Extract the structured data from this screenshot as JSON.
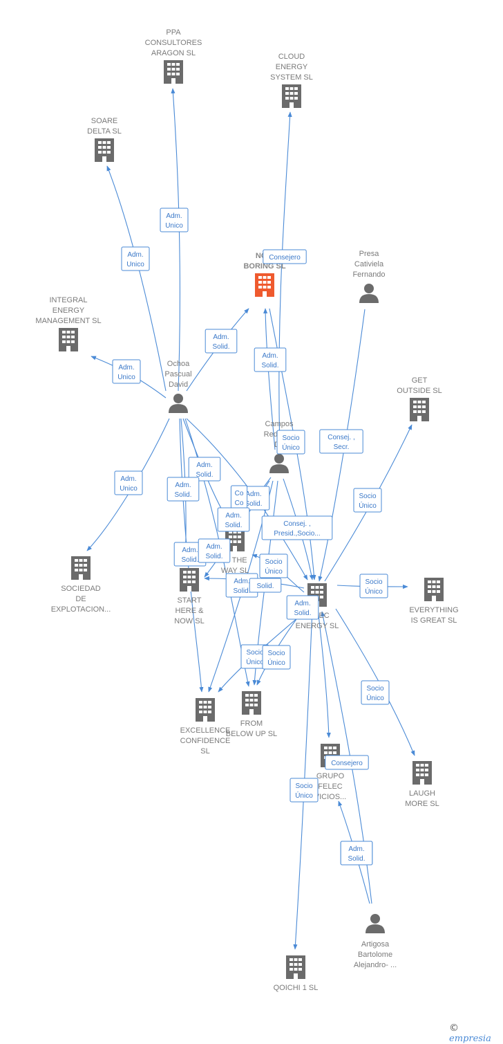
{
  "nodes": [
    {
      "id": "ppa",
      "type": "company",
      "lines": [
        "PPA",
        "CONSULTORES",
        "ARAGON  SL"
      ]
    },
    {
      "id": "cloud",
      "type": "company",
      "lines": [
        "CLOUD",
        "ENERGY",
        "SYSTEM  SL"
      ]
    },
    {
      "id": "soare",
      "type": "company",
      "lines": [
        "SOARE",
        "DELTA SL"
      ]
    },
    {
      "id": "notboring",
      "type": "company-main",
      "lines": [
        "NO T",
        "BORING  SL"
      ]
    },
    {
      "id": "presa",
      "type": "person",
      "lines": [
        "Presa",
        "Cativiela",
        "Fernando"
      ]
    },
    {
      "id": "integral",
      "type": "company",
      "lines": [
        "INTEGRAL",
        "ENERGY",
        "MANAGEMENT SL"
      ]
    },
    {
      "id": "ochoa",
      "type": "person",
      "lines": [
        "Ochoa",
        "Pascual",
        "David"
      ]
    },
    {
      "id": "getoutside",
      "type": "company",
      "lines": [
        "GET",
        "OUTSIDE  SL"
      ]
    },
    {
      "id": "campos",
      "type": "person",
      "lines": [
        "Campos",
        "Redondo",
        "Da"
      ]
    },
    {
      "id": "sociedad",
      "type": "company",
      "lines": [
        "SOCIEDAD",
        "DE",
        "EXPLOTACION..."
      ]
    },
    {
      "id": "waysl",
      "type": "company",
      "lines": [
        "W THE",
        "WAY  SL"
      ]
    },
    {
      "id": "starthere",
      "type": "company",
      "lines": [
        "START",
        "HERE &",
        "NOW  SL"
      ]
    },
    {
      "id": "felec",
      "type": "company",
      "lines": [
        "FELEC",
        "ENERGY  SL"
      ]
    },
    {
      "id": "everything",
      "type": "company",
      "lines": [
        "EVERYTHING",
        "IS GREAT  SL"
      ]
    },
    {
      "id": "excellence",
      "type": "company",
      "lines": [
        "EXCELLENCE",
        "CONFIDENCE",
        "SL"
      ]
    },
    {
      "id": "frombelow",
      "type": "company",
      "lines": [
        "FROM",
        "BELOW UP  SL"
      ]
    },
    {
      "id": "grupo",
      "type": "company",
      "lines": [
        "GRUPO",
        "FELEC",
        "VICIOS..."
      ]
    },
    {
      "id": "laugh",
      "type": "company",
      "lines": [
        "LAUGH",
        "MORE  SL"
      ]
    },
    {
      "id": "artigosa",
      "type": "person",
      "lines": [
        "Artigosa",
        "Bartolome",
        "Alejandro- ..."
      ]
    },
    {
      "id": "qoichi",
      "type": "company",
      "lines": [
        "QOICHI 1  SL"
      ]
    }
  ],
  "edges": [
    {
      "from": "ochoa",
      "to": "ppa",
      "label": [
        "Adm.",
        "Unico"
      ]
    },
    {
      "from": "ochoa",
      "to": "soare",
      "label": [
        "Adm.",
        "Unico"
      ]
    },
    {
      "from": "ochoa",
      "to": "integral",
      "label": [
        "Adm.",
        "Unico"
      ]
    },
    {
      "from": "ochoa",
      "to": "notboring",
      "label": [
        "Adm.",
        "Solid."
      ]
    },
    {
      "from": "ochoa",
      "to": "sociedad",
      "label": [
        "Adm.",
        "Unico"
      ]
    },
    {
      "from": "campos",
      "to": "cloud",
      "label": [
        "Consejero"
      ]
    },
    {
      "from": "campos",
      "to": "notboring",
      "label": [
        "Adm.",
        "Solid."
      ]
    },
    {
      "from": "presa",
      "to": "felec",
      "label": [
        "Consej. ,",
        "Secr."
      ]
    },
    {
      "from": "felec",
      "to": "getoutside",
      "label": [
        "Socio",
        "Único"
      ]
    },
    {
      "from": "felec",
      "to": "everything",
      "label": [
        "Socio",
        "Único"
      ]
    },
    {
      "from": "felec",
      "to": "laugh",
      "label": [
        "Socio",
        "Único"
      ]
    },
    {
      "from": "notboring",
      "to": "felec",
      "label": [
        "Socio",
        "Único"
      ]
    },
    {
      "from": "ochoa",
      "to": "starthere",
      "label": [
        "Adm.",
        "Solid."
      ]
    },
    {
      "from": "ochoa",
      "to": "waysl",
      "label": [
        "Adm.",
        "Solid."
      ]
    },
    {
      "from": "ochoa",
      "to": "excellence",
      "label": [
        "Adm.",
        "Solid."
      ]
    },
    {
      "from": "ochoa",
      "to": "frombelow",
      "label": [
        "Adm.",
        "Solid."
      ]
    },
    {
      "from": "ochoa",
      "to": "felec",
      "label": [
        "Co",
        "Co"
      ]
    },
    {
      "from": "campos",
      "to": "waysl",
      "label": [
        "Adm.",
        "Solid."
      ]
    },
    {
      "from": "campos",
      "to": "starthere",
      "label": [
        "Adm.",
        "Solid."
      ]
    },
    {
      "from": "campos",
      "to": "felec",
      "label": [
        "Consej. ,",
        "Presid.,Socio..."
      ]
    },
    {
      "from": "campos",
      "to": "excellence",
      "label": [
        "Adm.",
        "Solid."
      ]
    },
    {
      "from": "campos",
      "to": "frombelow",
      "label": [
        "Socio",
        "Único"
      ]
    },
    {
      "from": "felec",
      "to": "starthere",
      "label": [
        "Socio",
        "Único"
      ]
    },
    {
      "from": "felec",
      "to": "waysl",
      "label": [
        "Solid."
      ]
    },
    {
      "from": "felec",
      "to": "frombelow",
      "label": [
        "Socio",
        "Único"
      ]
    },
    {
      "from": "felec",
      "to": "excellence",
      "label": [
        "Adm.",
        "Solid."
      ]
    },
    {
      "from": "felec",
      "to": "grupo",
      "label": [
        "Consejero"
      ]
    },
    {
      "from": "felec",
      "to": "qoichi",
      "label": [
        "Socio",
        "Único"
      ]
    },
    {
      "from": "artigosa",
      "to": "felec",
      "label": [
        "Adm.",
        "Solid."
      ]
    },
    {
      "from": "artigosa",
      "to": "grupo",
      "label": [
        "Adm.",
        "Solid."
      ]
    }
  ],
  "brand": {
    "copyright": "©",
    "name": "mpresia",
    "initial": "e"
  },
  "colors": {
    "edge": "#4a8ad6",
    "company": "#6b6b6b",
    "main_company": "#ef5a2e",
    "person": "#6b6b6b"
  }
}
